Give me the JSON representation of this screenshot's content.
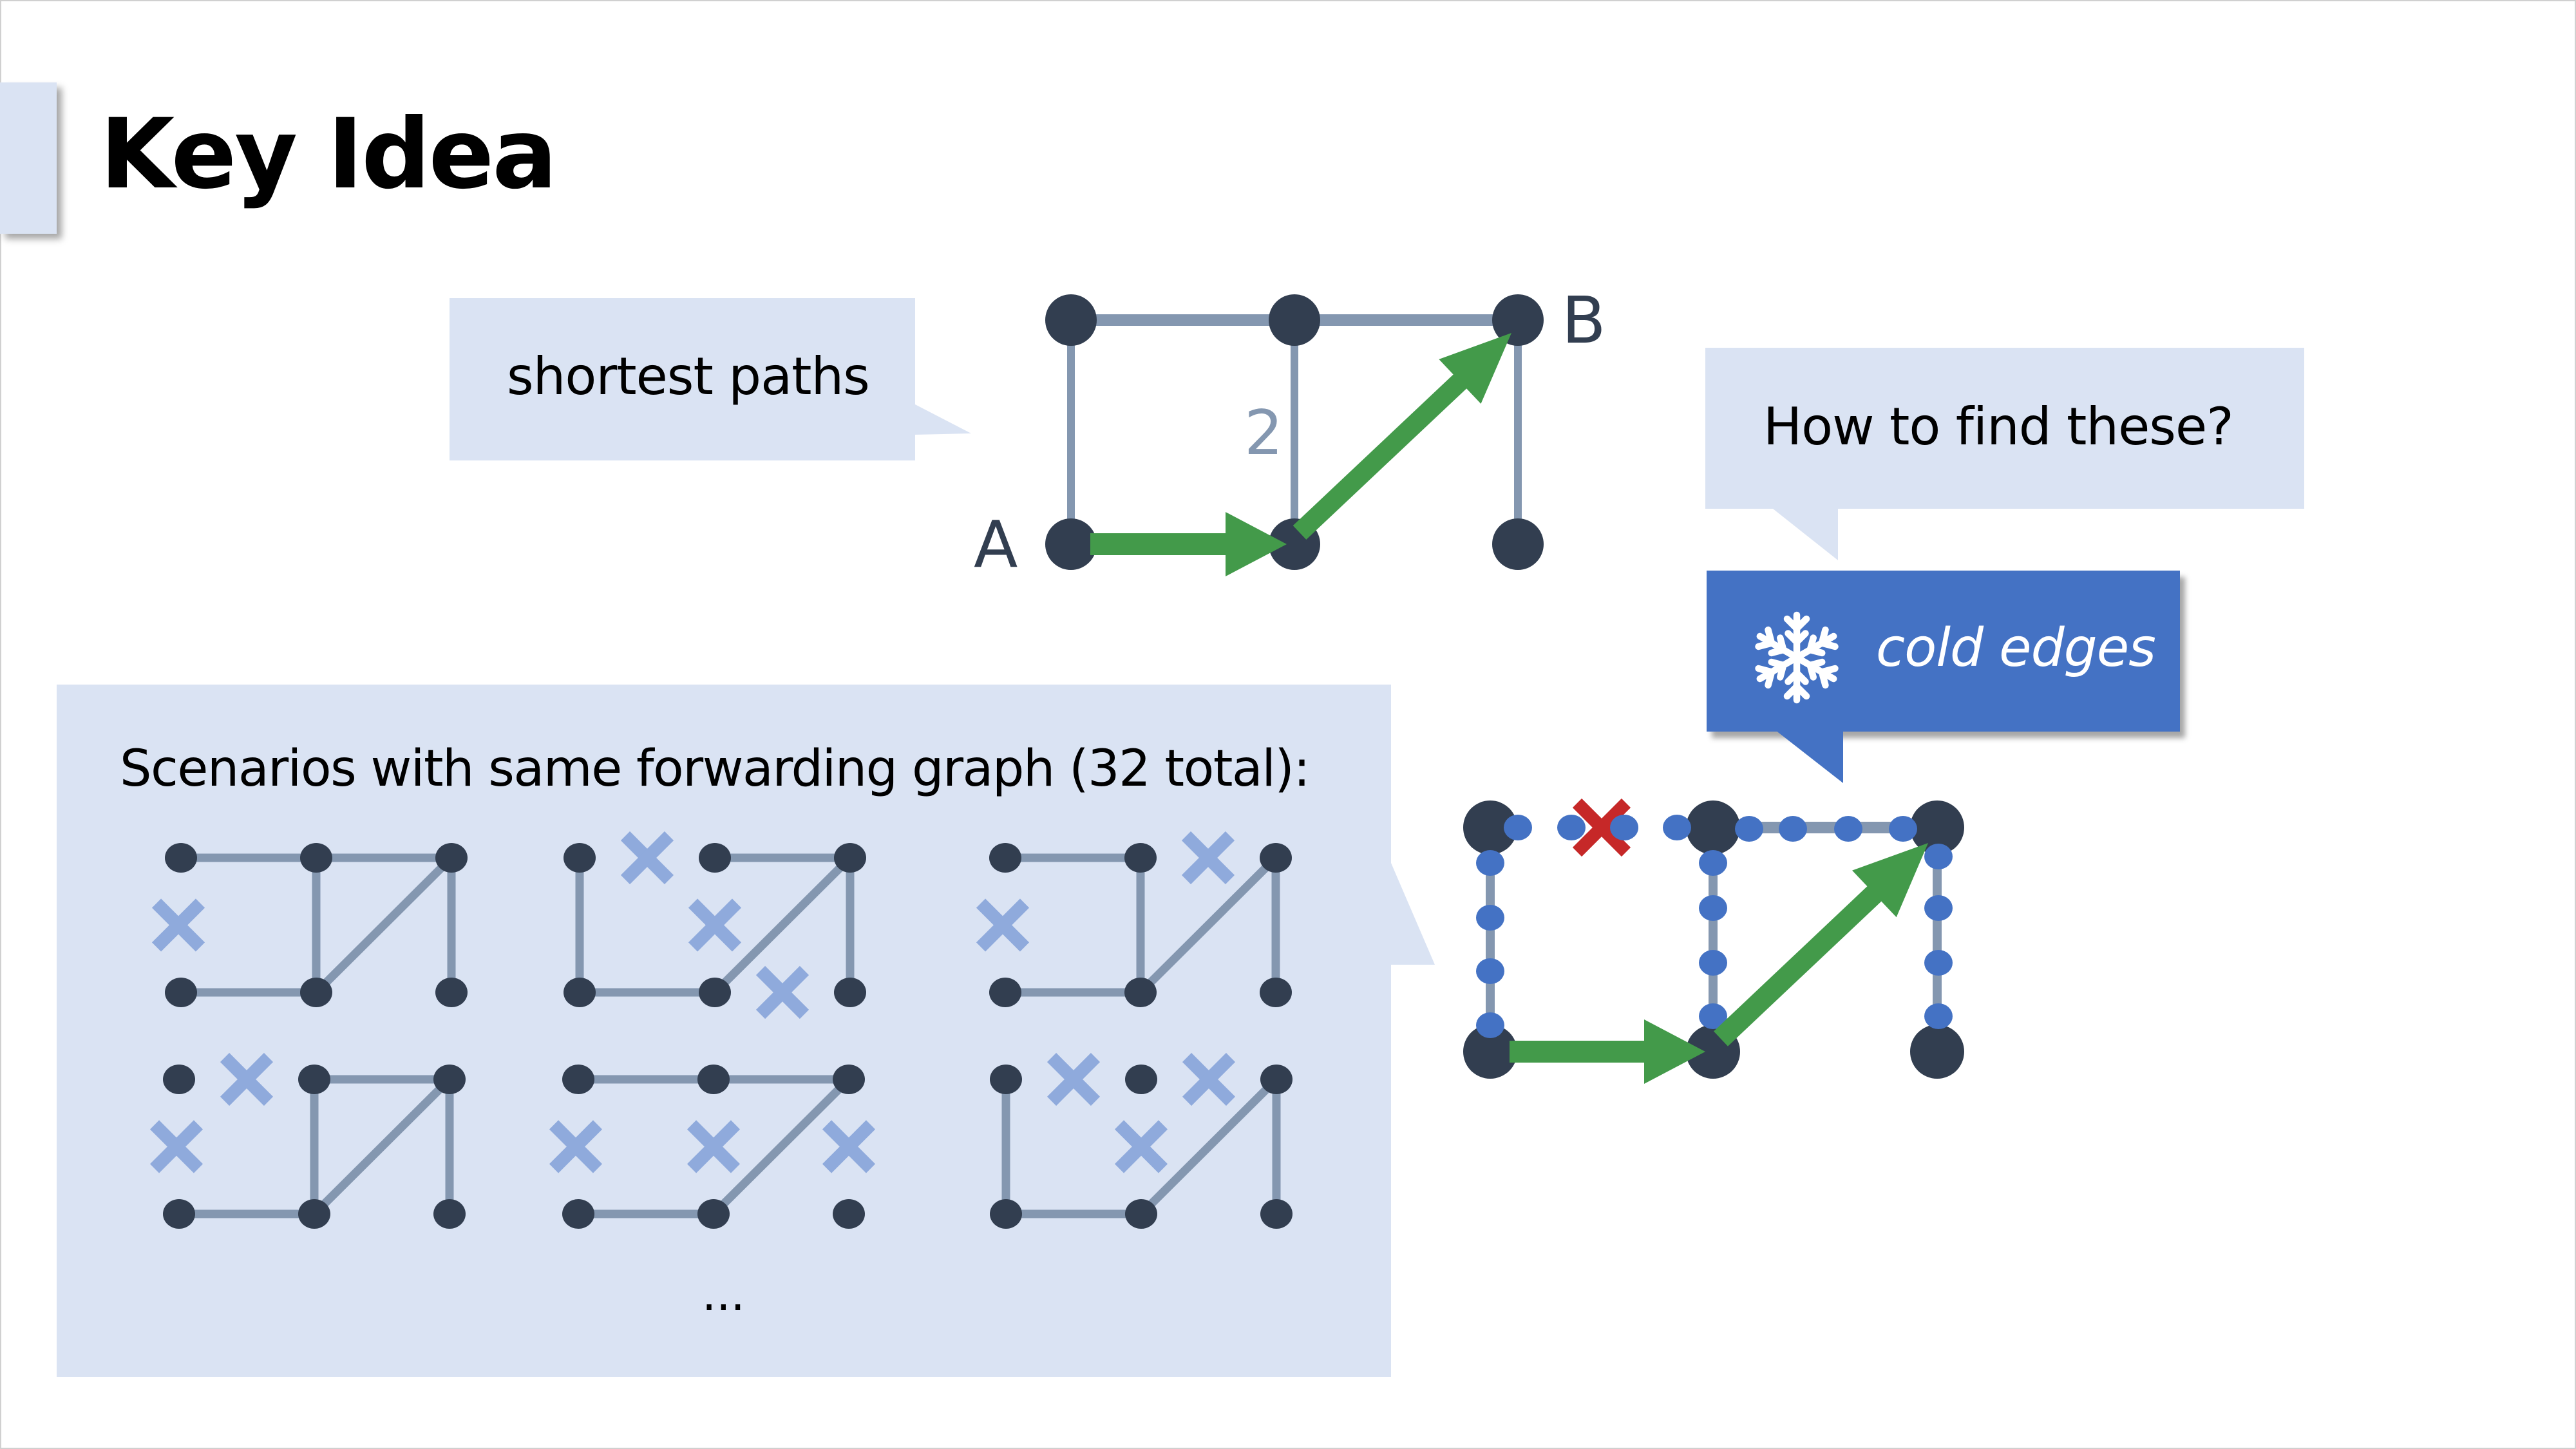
{
  "slide": {
    "title": "Key Idea"
  },
  "callouts": {
    "shortest_paths": "shortest paths",
    "how_to_find": "How to find these?",
    "cold_edges": "cold edges",
    "cold_edges_icon": "snowflake-icon"
  },
  "top_graph": {
    "source_label": "A",
    "target_label": "B",
    "edge_weight_label": "2",
    "nodes": [
      "top-left",
      "top-middle",
      "top-right",
      "bottom-left",
      "bottom-middle",
      "bottom-right"
    ],
    "edges": [
      [
        "top-left",
        "top-middle"
      ],
      [
        "top-middle",
        "top-right"
      ],
      [
        "top-left",
        "bottom-left"
      ],
      [
        "top-middle",
        "bottom-middle"
      ],
      [
        "top-right",
        "bottom-right"
      ]
    ],
    "path": [
      "bottom-left",
      "bottom-middle",
      "top-right"
    ]
  },
  "scenarios_panel": {
    "title": "Scenarios with same forwarding graph (32 total):",
    "more": "...",
    "scenarios": [
      {
        "edges": [
          "top-left-mid",
          "top-mid-right",
          "mid-vert",
          "right-vert",
          "bot-left-mid",
          "diag"
        ],
        "failed": [
          "left-vert"
        ]
      },
      {
        "edges": [
          "top-mid-right",
          "left-vert",
          "right-vert",
          "bot-left-mid",
          "diag"
        ],
        "failed": [
          "top-left-mid",
          "mid-vert",
          "bot-mid-right"
        ]
      },
      {
        "edges": [
          "top-left-mid",
          "mid-vert",
          "right-vert",
          "bot-left-mid",
          "diag"
        ],
        "failed": [
          "left-vert",
          "top-mid-right"
        ]
      },
      {
        "edges": [
          "top-mid-right",
          "mid-vert",
          "right-vert",
          "bot-left-mid",
          "diag"
        ],
        "failed": [
          "top-left-mid",
          "left-vert"
        ]
      },
      {
        "edges": [
          "top-left-mid",
          "top-mid-right",
          "bot-left-mid",
          "diag"
        ],
        "failed": [
          "left-vert",
          "mid-vert",
          "right-vert"
        ]
      },
      {
        "edges": [
          "left-vert",
          "right-vert",
          "bot-left-mid",
          "diag"
        ],
        "failed": [
          "top-left-mid",
          "top-mid-right",
          "mid-vert"
        ]
      }
    ]
  },
  "cold_graph": {
    "failed_edge": "top-left-mid",
    "path": [
      "bottom-left",
      "bottom-middle",
      "top-right"
    ]
  },
  "colors": {
    "panel_bg": "#dae3f3",
    "node": "#323e50",
    "edge": "#8497b0",
    "path_arrow": "#439a4a",
    "failed_cross": "#8faadc",
    "cold_box": "#4472c4",
    "cold_dot": "#4472c4",
    "removed_cross": "#c62828"
  }
}
